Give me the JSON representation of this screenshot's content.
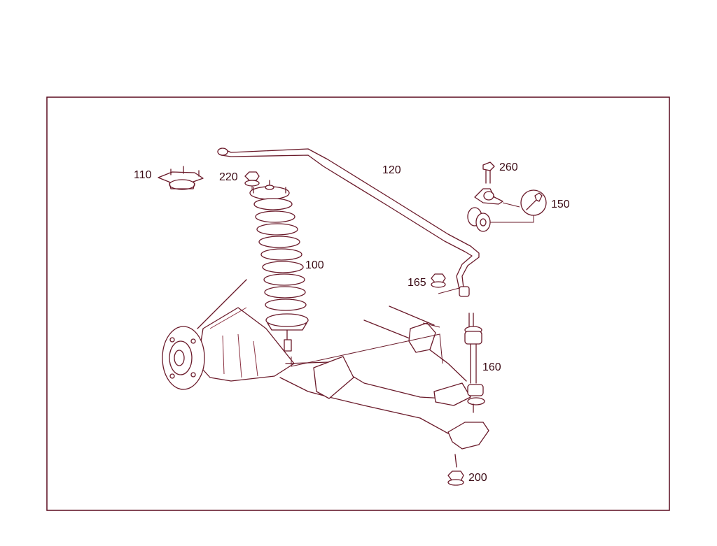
{
  "diagram": {
    "part_labels": {
      "p100": "100",
      "p110": "110",
      "p120": "120",
      "p150": "150",
      "p160": "160",
      "p165": "165",
      "p200": "200",
      "p220": "220",
      "p260": "260"
    }
  },
  "colors": {
    "line": "#6a1a2a",
    "frame": "#5a0a1e",
    "background": "#ffffff"
  }
}
